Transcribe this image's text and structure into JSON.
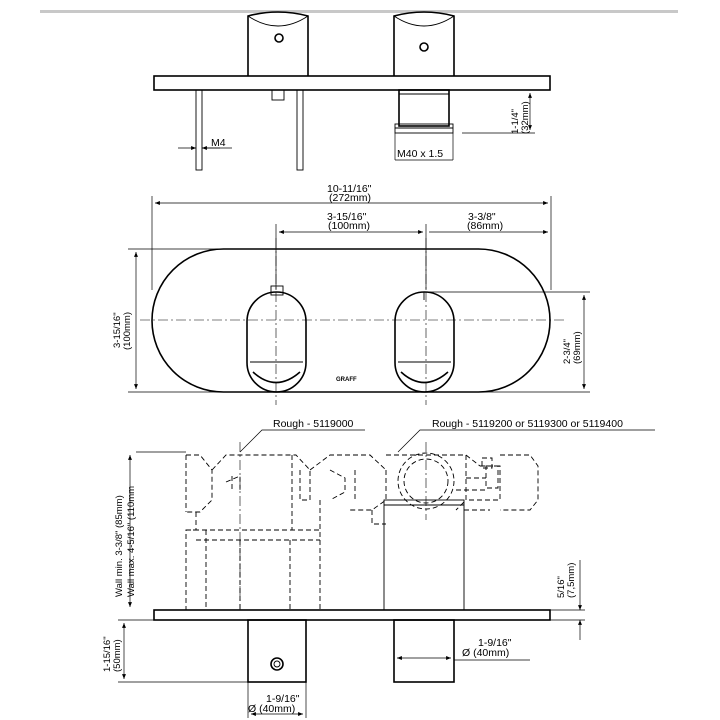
{
  "top_view": {
    "m4_label": "M4",
    "thread_label": "M40 x 1.5",
    "depth_in": "1-1/4\"",
    "depth_mm": "(32mm)"
  },
  "front_view": {
    "width_in": "10-11/16\"",
    "width_mm": "(272mm)",
    "spacing_in": "3-15/16\"",
    "spacing_mm": "(100mm)",
    "offset_in": "3-3/8\"",
    "offset_mm": "(86mm)",
    "height_in": "3-15/16\"",
    "height_mm": "(100mm)",
    "handle_in": "2-3/4\"",
    "handle_mm": "(69mm)",
    "logo": "GRAFF"
  },
  "side_view": {
    "rough_left": "Rough - 5119000",
    "rough_right": "Rough - 5119200 or 5119300 or 5119400",
    "wall_min": "Wall min. 3-3/8\" (85mm)",
    "wall_max": "Wall max. 4-5/16\" (110mm",
    "plate_in": "5/16\"",
    "plate_mm": "(7,5mm)",
    "proj_in": "1-15/16\"",
    "proj_mm": "(50mm)",
    "dia_right_in": "1-9/16\"",
    "dia_right_mm": "Ø (40mm)",
    "dia_bottom_in": "1-9/16\"",
    "dia_bottom_mm": "Ø (40mm)"
  }
}
